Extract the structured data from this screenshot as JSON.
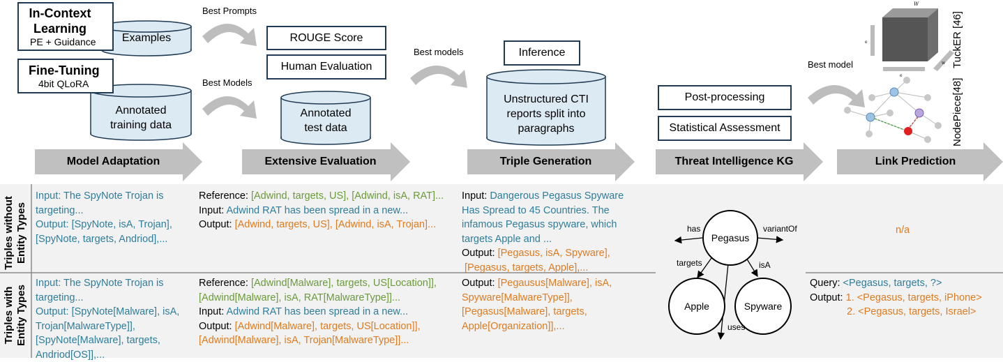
{
  "stages": {
    "adaptation": "Model Adaptation",
    "evaluation": "Extensive Evaluation",
    "generation": "Triple Generation",
    "kg": "Threat Intelligence KG",
    "link": "Link Prediction"
  },
  "adaptation": {
    "icl_title": "In-Context Learning",
    "icl_sub": "PE + Guidance",
    "examples": "Examples",
    "ft_title": "Fine-Tuning",
    "ft_sub": "4bit QLoRA",
    "annotated_training": [
      "Annotated",
      "training data"
    ]
  },
  "arrows": {
    "best_prompts": "Best Prompts",
    "best_models_1": "Best Models",
    "best_models_2": "Best models",
    "best_model": "Best model"
  },
  "evaluation": {
    "rouge": "ROUGE Score",
    "human": "Human Evaluation",
    "annotated_test": [
      "Annotated",
      "test data"
    ]
  },
  "generation": {
    "inference": "Inference",
    "cti": [
      "Unstructured CTI",
      "reports split into",
      "paragraphs"
    ]
  },
  "kg": {
    "post": "Post-processing",
    "stat": "Statistical Assessment"
  },
  "link": {
    "tucker": "TuckER [46]",
    "nodepiece": "NodePiece[48]"
  },
  "rows": {
    "without": [
      "Triples without",
      "Entity Types"
    ],
    "with": [
      "Triples with",
      "Entity Types"
    ]
  },
  "without": {
    "adapt_input": [
      "Input: ",
      "The SpyNote Trojan is",
      "targeting..."
    ],
    "adapt_output": [
      "Output: ",
      "[SpyNote, isA, Trojan],",
      "[SpyNote, targets, Andriod],..."
    ],
    "eval_ref_label": "Reference: ",
    "eval_ref": "[Adwind, targets, US], [Adwind, isA, RAT]...",
    "eval_input_label": "Input: ",
    "eval_input": "Adwind RAT has been spread in a new...",
    "eval_output_label": "Output: ",
    "eval_output": "[Adwind, targets, US], [Adwind, isA, Trojan]...",
    "gen_input_label": "Input: ",
    "gen_input": [
      "Dangerous Pegasus Spyware",
      "Has Spread to 45 Countries. The",
      "infamous Pegasus spyware, which",
      "targets Apple and ..."
    ],
    "gen_output_label": "Output: ",
    "gen_output": [
      "[Pegasus, isA, Spyware],",
      " [Pegasus, targets, Apple],..."
    ],
    "link_na": "n/a"
  },
  "with": {
    "adapt_input": [
      "Input: ",
      "The SpyNote Trojan is",
      "targeting..."
    ],
    "adapt_output": [
      "Output: ",
      "[SpyNote[Malware], isA,",
      "Trojan[MalwareType]],",
      "[SpyNote[Malware], targets,",
      "Andriod[OS]],..."
    ],
    "eval_ref_label": "Reference: ",
    "eval_ref": [
      "[Adwind[Malware], targets, US[Location]],",
      "[Adwind[Malware], isA, RAT[MalwareType]]..."
    ],
    "eval_input_label": "Input: ",
    "eval_input": "Adwind RAT has been spread in a new...",
    "eval_output_label": "Output: ",
    "eval_output": [
      "[Adwind[Malware], targets, US[Location]],",
      "[Adwind[Malware], isA, Trojan[MalwareType]]..."
    ],
    "gen_output_label": "Output: ",
    "gen_output": [
      "[Pegausus[Malware], isA,",
      "Spyware[MalwareType]],",
      "[Pegasus[Malware], targets,",
      "Apple[Organization]],..."
    ],
    "query_label": "Query: ",
    "query": "<Pegasus, targets, ?>",
    "output_label": "Output: ",
    "outputs": [
      "1. <Pegasus, targets, iPhone>",
      "2. <Pegasus, targets, Israel>"
    ]
  },
  "graph": {
    "center": "Pegasus",
    "left": "Apple",
    "right": "Spyware",
    "edges": [
      "has",
      "variantOf",
      "targets",
      "isA",
      "uses"
    ]
  },
  "colors": {
    "cylinder_fill": "#dceaf4",
    "border": "#1f3a52",
    "stage_arrow": "#c0c0c0",
    "panel": "#f2f2f2",
    "teal": "#2e7d9a",
    "green": "#6a9a3a",
    "orange": "#e07b1f"
  }
}
